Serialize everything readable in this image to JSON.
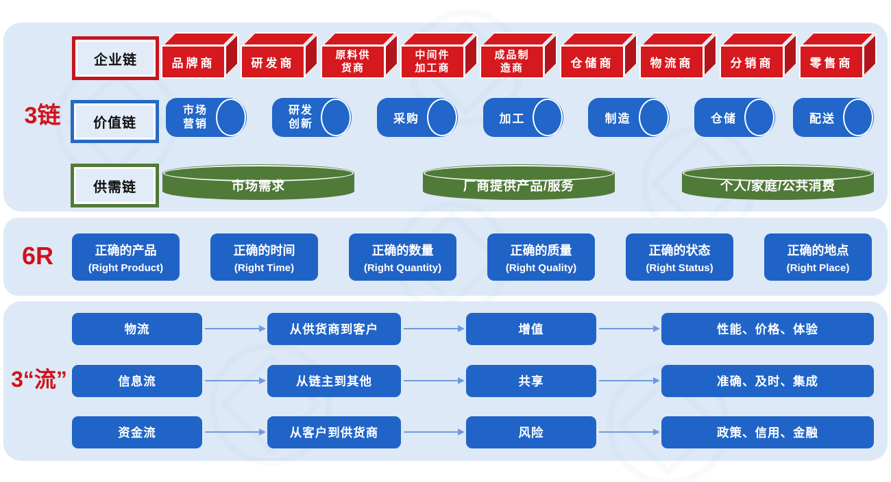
{
  "colors": {
    "panel_bg": "#dde9f6",
    "box_red": "#d6181f",
    "box_red_dark": "#b2141b",
    "blue": "#2166c8",
    "green": "#4f7a38",
    "label_red": "#d0121b",
    "arrow_blue": "#6e9ade"
  },
  "sections": {
    "chains": {
      "label": "3链",
      "enterprise": {
        "label": "企业链",
        "items": [
          "品牌商",
          "研发商",
          "原料供\n货商",
          "中间件\n加工商",
          "成品制\n造商",
          "仓储商",
          "物流商",
          "分销商",
          "零售商"
        ]
      },
      "value": {
        "label": "价值链",
        "items": [
          "市场\n营销",
          "研发\n创新",
          "采购",
          "加工",
          "制造",
          "仓储",
          "配送"
        ]
      },
      "supply_demand": {
        "label": "供需链",
        "items": [
          "市场需求",
          "厂商提供产品/服务",
          "个人/家庭/公共消费"
        ]
      }
    },
    "six_r": {
      "label": "6R",
      "items": [
        {
          "cn": "正确的产品",
          "en": "(Right Product)"
        },
        {
          "cn": "正确的时间",
          "en": "(Right Time)"
        },
        {
          "cn": "正确的数量",
          "en": "(Right Quantity)"
        },
        {
          "cn": "正确的质量",
          "en": "(Right Quality)"
        },
        {
          "cn": "正确的状态",
          "en": "(Right Status)"
        },
        {
          "cn": "正确的地点",
          "en": "(Right Place)"
        }
      ]
    },
    "three_flows": {
      "label": "3“流”",
      "rows": [
        {
          "cells": [
            "物流",
            "从供货商到客户",
            "增值",
            "性能、价格、体验"
          ]
        },
        {
          "cells": [
            "信息流",
            "从链主到其他",
            "共享",
            "准确、及时、集成"
          ]
        },
        {
          "cells": [
            "资金流",
            "从客户到供货商",
            "风险",
            "政策、信用、金融"
          ]
        }
      ]
    }
  }
}
